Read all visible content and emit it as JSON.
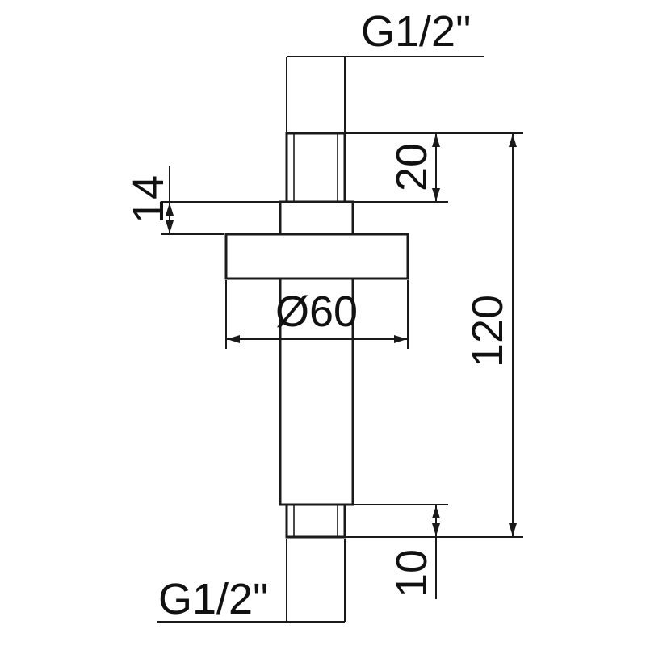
{
  "diagram": {
    "kind": "technical-dimension-drawing",
    "colors": {
      "line": "#1a1a1a",
      "background": "#ffffff",
      "text": "#111111"
    },
    "labels": {
      "top_thread": "G1/2\"",
      "top_thread_length": "20",
      "collar_height": "14",
      "flange_diameter": "Ø60",
      "total_length": "120",
      "bottom_thread_length": "10",
      "bottom_thread": "G1/2\""
    }
  }
}
